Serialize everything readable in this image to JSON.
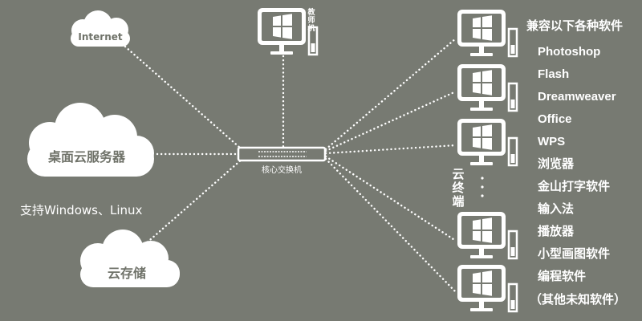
{
  "clouds": {
    "internet": "Internet",
    "desktop_server": "桌面云服务器",
    "storage": "云存储"
  },
  "desktop_server_os": "支持Windows、Linux",
  "teacher_machine": [
    "教",
    "师",
    "机"
  ],
  "switch_label": "核心交换机",
  "cloud_terminal": [
    "云",
    "终",
    "端"
  ],
  "software_heading": "兼容以下各种软件",
  "software_list": [
    "Photoshop",
    "Flash",
    "Dreamweaver",
    "Office",
    "WPS",
    "浏览器",
    "金山打字软件",
    "输入法",
    "播放器",
    "小型画图软件",
    "编程软件",
    "（其他未知软件）"
  ],
  "icons": {
    "computer": "computer-icon",
    "windows_logo": "windows-logo-icon",
    "cloud": "cloud-icon",
    "switch": "network-switch-icon"
  },
  "colors": {
    "background": "#777a72",
    "foreground": "#ffffff",
    "cloud_text": "#6f7269"
  }
}
